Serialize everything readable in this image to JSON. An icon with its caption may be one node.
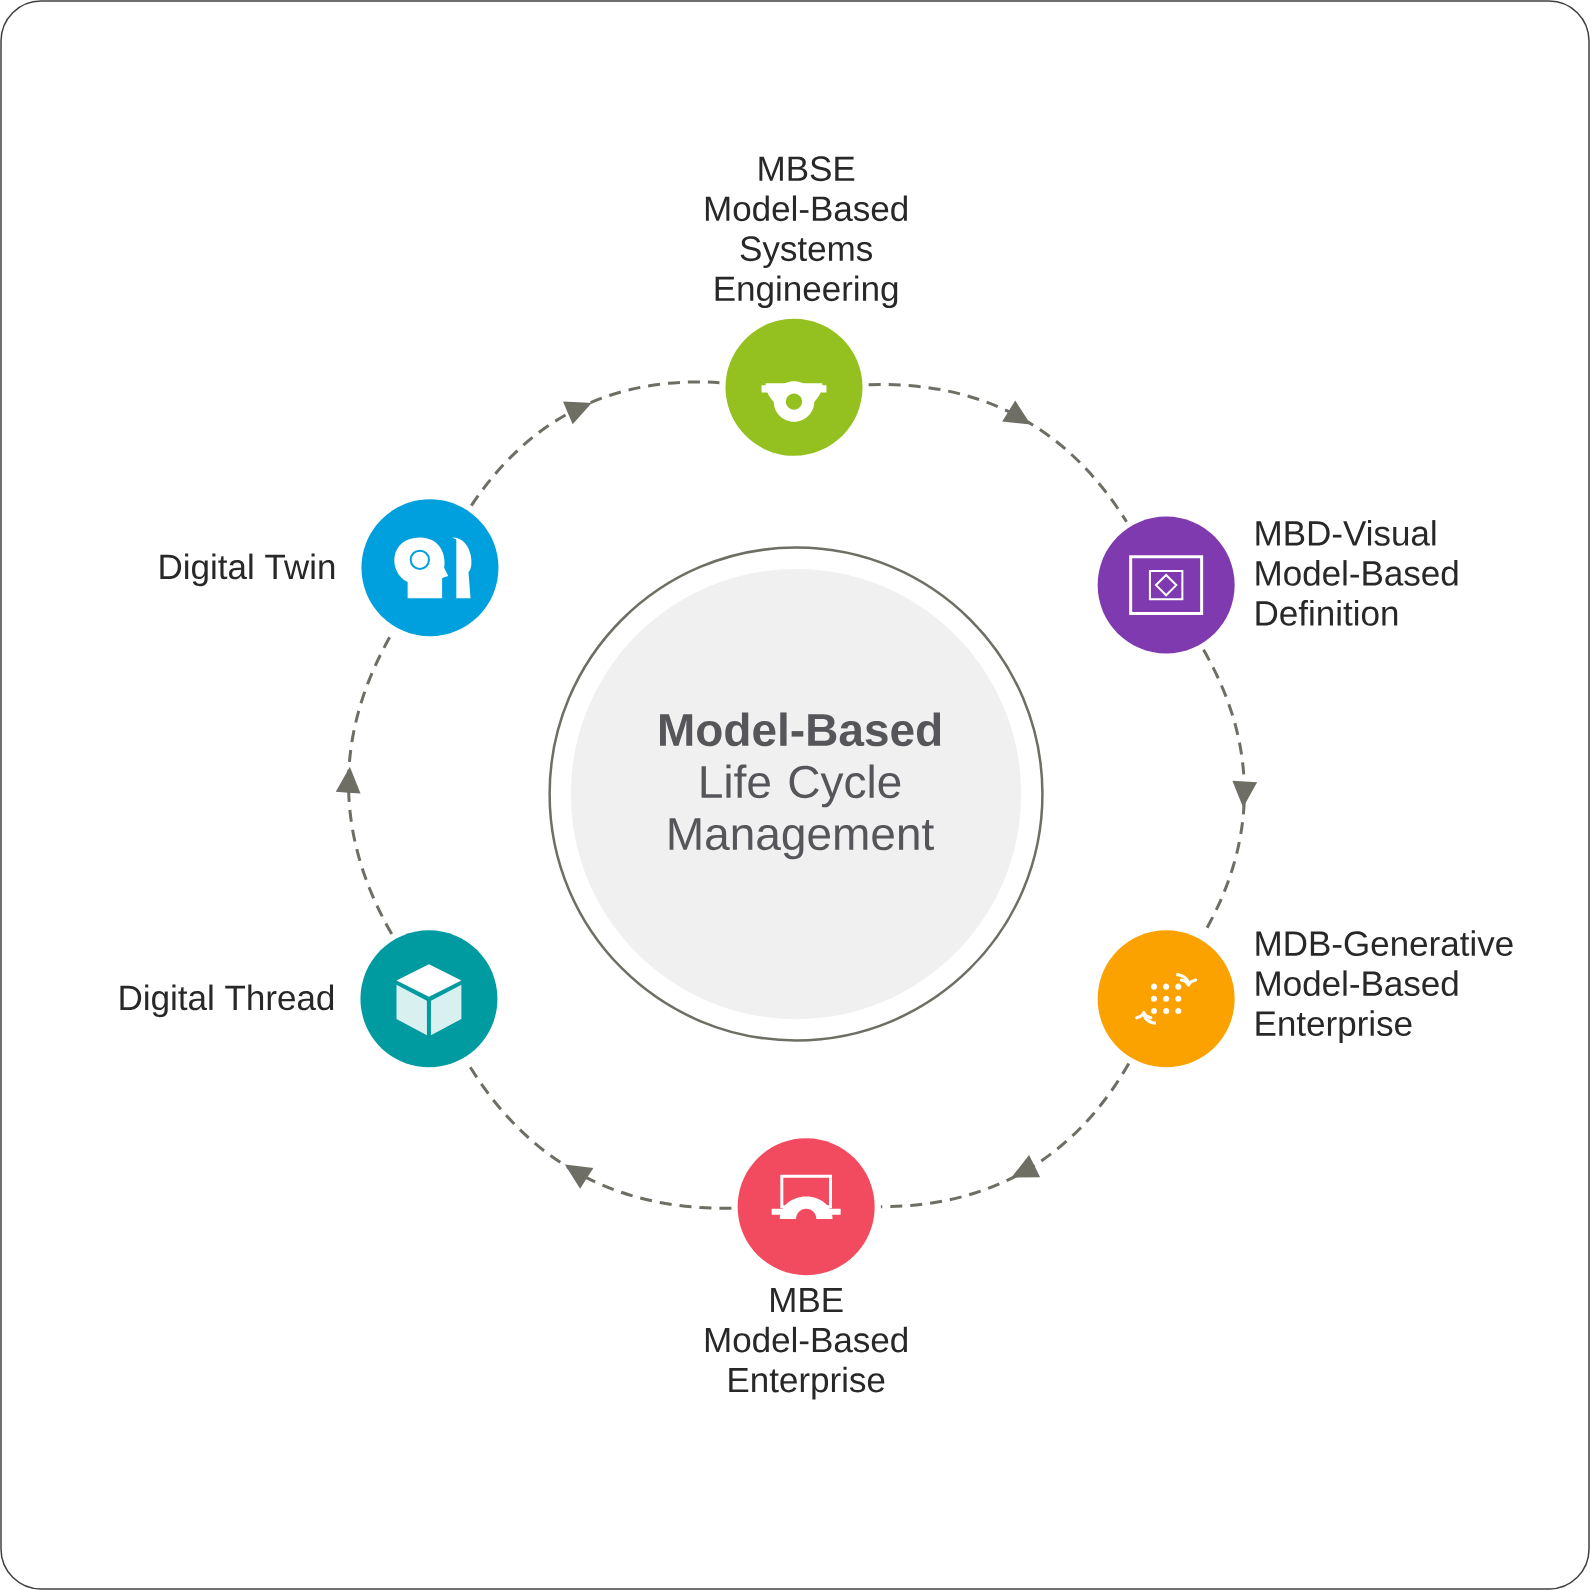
{
  "diagram": {
    "nodes": [
      {
        "text": [
          "**Model-Based** Life Cycle Management"
        ]
      },
      {
        "text": [
          "MBSE",
          "Model-Based Systems Engineering"
        ]
      },
      {
        "text": [
          "MBD-Visual",
          "Model-Based Definition"
        ]
      },
      {
        "text": [
          "MDB-Generative",
          "Model-Based Enterprise"
        ]
      },
      {
        "text": [
          "MBE",
          "Model-Based Enterprise"
        ]
      },
      {
        "text": [
          "Digital Thread"
        ]
      },
      {
        "text": [
          "Digital Twin"
        ]
      }
    ],
    "edges": [
      {
        "from": 1,
        "to": 2,
        "arrow": "to",
        "style": "dashed"
      },
      {
        "from": 2,
        "to": 3,
        "arrow": "to",
        "style": "dashed"
      },
      {
        "from": 3,
        "to": 4,
        "arrow": "to",
        "style": "dashed"
      },
      {
        "from": 4,
        "to": 5,
        "arrow": "to",
        "style": "dashed"
      },
      {
        "from": 5,
        "to": 6,
        "arrow": "to",
        "style": "dashed"
      },
      {
        "from": 6,
        "to": 1,
        "arrow": "to",
        "style": "dashed"
      }
    ]
  }
}
